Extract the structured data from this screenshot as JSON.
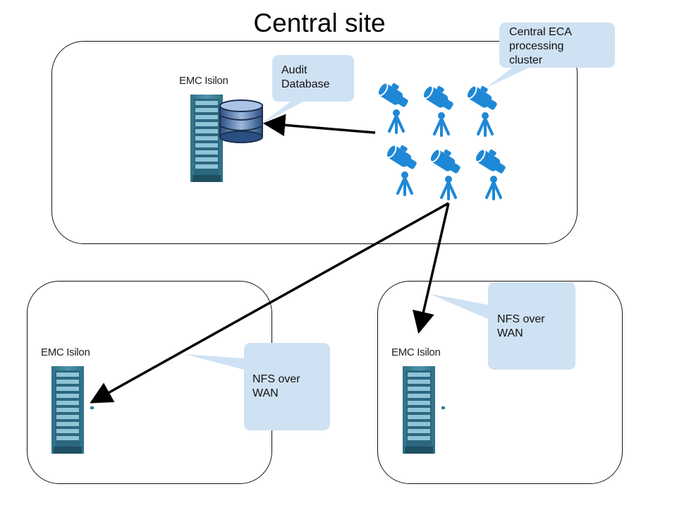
{
  "title": "Central site",
  "sites": {
    "central": {
      "server_label": "EMC Isilon",
      "database_callout": [
        "Audit",
        "Database"
      ],
      "cluster_callout": [
        "Central ECA",
        "processing",
        "cluster"
      ]
    },
    "left": {
      "server_label": "EMC Isilon",
      "callout": [
        "NFS over",
        "WAN"
      ]
    },
    "right": {
      "server_label": "EMC Isilon",
      "callout": [
        "NFS over",
        "WAN"
      ]
    }
  },
  "colors": {
    "callout_fill": "#cfe2f3",
    "node_blue": "#1e88d6",
    "rack_teal": "#3b7e95",
    "rack_light": "#8fc3d6"
  },
  "icons": {
    "server": "server-rack-icon",
    "database": "database-icon",
    "cluster_node": "telescope-node-icon"
  }
}
